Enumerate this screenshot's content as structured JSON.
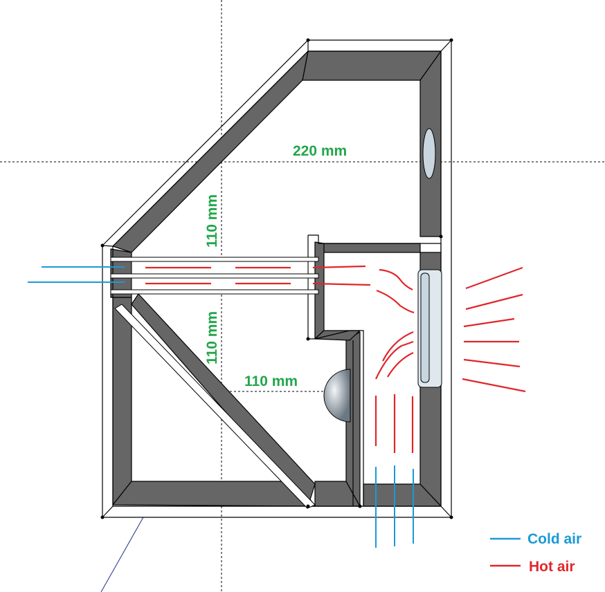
{
  "colors": {
    "cold": "#1a9ad6",
    "hot": "#e0262b",
    "dimension": "#22a64a",
    "wall": "#666666",
    "outline": "#000000"
  },
  "dimensions": {
    "top_width": "220 mm",
    "upper_height": "110 mm",
    "lower_height": "110 mm",
    "lamp_offset": "110 mm"
  },
  "legend": {
    "cold_label": "Cold air",
    "hot_label": "Hot air"
  }
}
